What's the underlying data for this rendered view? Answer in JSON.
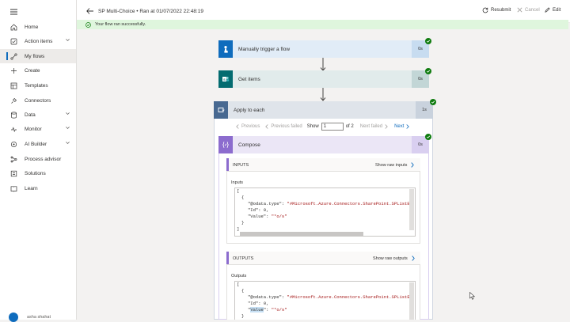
{
  "nav": {
    "items": [
      {
        "label": "Home",
        "icon": "home-icon",
        "chevron": false
      },
      {
        "label": "Action items",
        "icon": "checkmark-icon",
        "chevron": true
      },
      {
        "label": "My flows",
        "icon": "flow-icon",
        "chevron": false,
        "selected": true
      },
      {
        "label": "Create",
        "icon": "plus-icon",
        "chevron": false
      },
      {
        "label": "Templates",
        "icon": "templates-icon",
        "chevron": false
      },
      {
        "label": "Connectors",
        "icon": "connectors-icon",
        "chevron": false
      },
      {
        "label": "Data",
        "icon": "database-icon",
        "chevron": true
      },
      {
        "label": "Monitor",
        "icon": "monitor-icon",
        "chevron": true
      },
      {
        "label": "AI Builder",
        "icon": "ai-builder-icon",
        "chevron": true
      },
      {
        "label": "Process advisor",
        "icon": "process-advisor-icon",
        "chevron": false
      },
      {
        "label": "Solutions",
        "icon": "solutions-icon",
        "chevron": false
      },
      {
        "label": "Learn",
        "icon": "learn-icon",
        "chevron": false
      }
    ],
    "user_name": "asha shahat"
  },
  "topbar": {
    "title": "SP Multi-Choice • Ran at 01/07/2022 22:48:19",
    "resubmit_label": "Resubmit",
    "cancel_label": "Cancel",
    "edit_label": "Edit"
  },
  "banner": {
    "message": "Your flow ran successfully."
  },
  "steps": {
    "trigger": {
      "label": "Manually trigger a flow",
      "duration": "0s"
    },
    "get_items": {
      "label": "Get items",
      "duration": "0s"
    },
    "apply_each": {
      "label": "Apply to each",
      "duration": "1s"
    }
  },
  "pager": {
    "previous": "Previous",
    "previous_failed": "Previous failed",
    "show": "Show",
    "current": "1",
    "of": "of 2",
    "next_failed": "Next failed",
    "next": "Next"
  },
  "compose": {
    "label": "Compose",
    "duration": "0s",
    "inputs_header": "INPUTS",
    "show_raw_inputs": "Show raw inputs",
    "inputs_title": "Inputs",
    "outputs_header": "OUTPUTS",
    "show_raw_outputs": "Show raw outputs",
    "outputs_title": "Outputs",
    "json": {
      "open_bracket": "[",
      "open_brace": "{",
      "odata_key": "\"@odata.type\"",
      "odata_value": "\"#Microsoft.Azure.Connectors.SharePoint.SPListE",
      "odata_value_out": "\"#Microsoft.Azure.Connectors.SharePoint.SPListE",
      "id_key": "\"Id\"",
      "id_value": "0,",
      "value_key_in": "\"Value\"",
      "value_key_out": "Value",
      "value_value": "\"*o/s\"",
      "close_brace": "}",
      "close_bracket": "]"
    }
  },
  "colors": {
    "trigger_accent": "#0f6cbd",
    "sharepoint_accent": "#036c70",
    "loop_accent": "#486991",
    "compose_accent": "#8c6cce",
    "success": "#107c10"
  }
}
